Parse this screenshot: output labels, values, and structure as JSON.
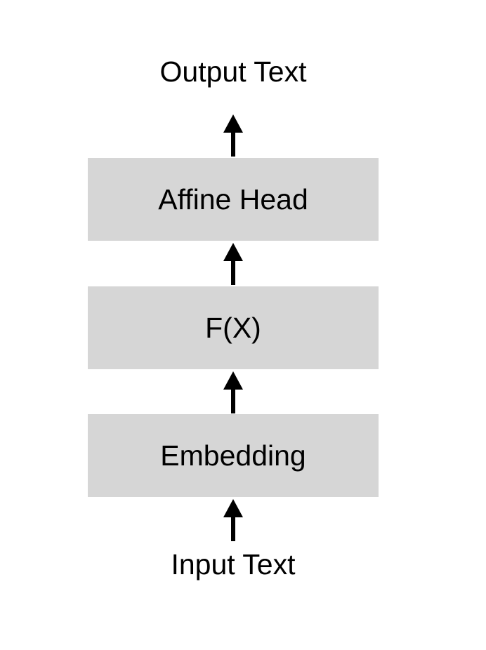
{
  "diagram": {
    "output_label": "Output Text",
    "input_label": "Input Text",
    "blocks": [
      {
        "label": "Affine Head"
      },
      {
        "label": "F(X)"
      },
      {
        "label": "Embedding"
      }
    ],
    "colors": {
      "block_fill": "#d6d6d6",
      "arrow": "#000000",
      "text": "#000000"
    }
  }
}
